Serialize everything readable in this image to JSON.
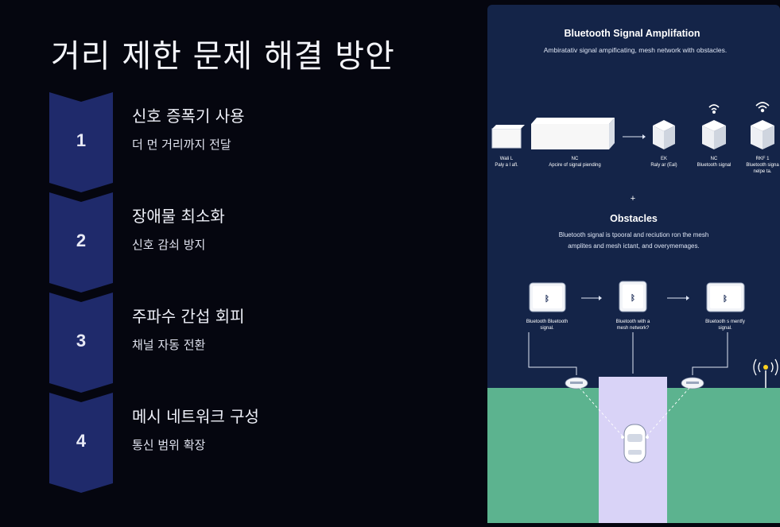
{
  "slide": {
    "title": "거리 제한 문제 해결 방안",
    "steps": [
      {
        "number": "1",
        "title": "신호 증폭기 사용",
        "description": "더 먼 거리까지 전달"
      },
      {
        "number": "2",
        "title": "장애물 최소화",
        "description": "신호 감쇠 방지"
      },
      {
        "number": "3",
        "title": "주파수 간섭 회피",
        "description": "채널 자동 전환"
      },
      {
        "number": "4",
        "title": "메시 네트워크 구성",
        "description": "통신 범위 확장"
      }
    ]
  },
  "illustration": {
    "heading": "Bluetooth Signal Amplifation",
    "subheading": "Ambiratativ signal ampificating, mesh network with obstacles.",
    "row1_labels": [
      {
        "line1": "Wali L",
        "line2": "Paly a l afl."
      },
      {
        "line1": "NC",
        "line2": "Apcire of signal piending"
      },
      {
        "line1": "EK",
        "line2": "Raly ar (Eal)"
      },
      {
        "line1": "NC",
        "line2": "Bluetooth signal"
      },
      {
        "line1": "RKF 1",
        "line2": "Bluetooth signa",
        "line3": "nelpe ta."
      }
    ],
    "plus": "+",
    "obstacles_title": "Obstacles",
    "obstacles_line1": "Bluetooth signal is tpooral and reciution ron the mesh",
    "obstacles_line2": "amplites and mesh ictant, and overymemages.",
    "row2_labels": [
      {
        "line1": "Bluetooth Bluetooth",
        "line2": "signal."
      },
      {
        "line1": "Bluetooth with a",
        "line2": "mesh network?"
      },
      {
        "line1": "Bluetooth s mentfy",
        "line2": "signal."
      }
    ],
    "colors": {
      "panel_bg": "#142448",
      "ground": "#5cb38f",
      "lane": "#d9d3f7",
      "chevron": "#1f2a6b"
    }
  }
}
